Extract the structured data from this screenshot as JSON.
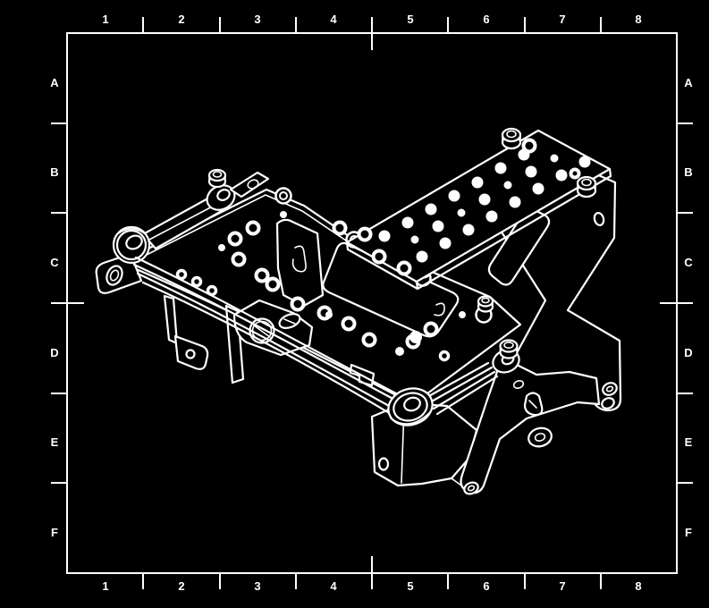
{
  "sheet": {
    "background_color": "#000000",
    "line_color": "#ffffff",
    "grid": {
      "columns": [
        "1",
        "2",
        "3",
        "4",
        "5",
        "6",
        "7",
        "8"
      ],
      "rows": [
        "A",
        "B",
        "C",
        "D",
        "E",
        "F"
      ]
    },
    "drawing_description": "Isometric wireframe CAD drawing of a mechanical bracket assembly: perforated mounting plate, holed base deck, pivot arms with rod-end bearings, rollers and support plates"
  }
}
